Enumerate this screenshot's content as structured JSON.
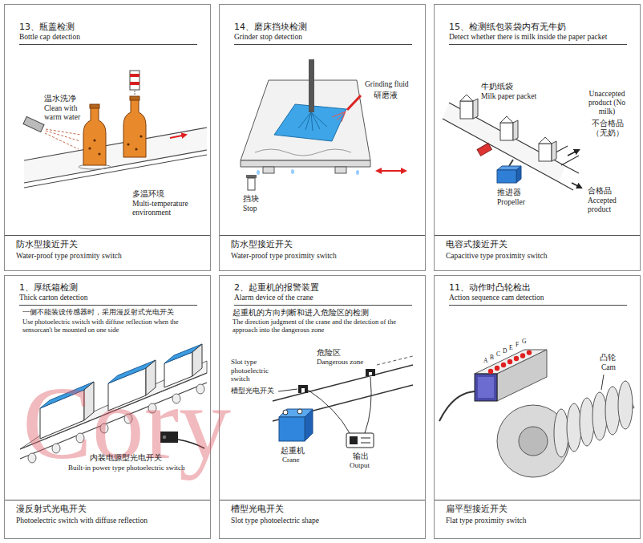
{
  "diagram": {
    "nodes": [
      {
        "text": [
          "13、瓶盖检测",
          "Bottle cap detection",
          "防水型接近开关",
          "Water-proof type proximity switch"
        ]
      },
      {
        "text": [
          "14、磨床挡块检测",
          "Grinder stop detection",
          "防水型接近开关",
          "Water-proof type proximity switch"
        ]
      },
      {
        "text": [
          "15、检测纸包装袋内有无牛奶",
          "Detect whether there is milk inside the paper packet",
          "电容式接近开关",
          "Capacitive type proximity switch"
        ]
      },
      {
        "text": [
          "1、厚纸箱检测",
          "Thick carton detection",
          "漫反射式光电开关",
          "Photoelectric switch with diffuse reflection"
        ]
      },
      {
        "text": [
          "2、起重机的报警装置",
          "Alarm device of the crane",
          "槽型光电开关",
          "Slot type photoelectric shape"
        ]
      },
      {
        "text": [
          "11、动作时凸轮检出",
          "Action sequence cam detection",
          "扁平型接近开关",
          "Flat type proximity switch"
        ]
      }
    ],
    "labels": [
      "温水洗净",
      "Clean with warm water",
      "多温环境",
      "Multi-temperature environment",
      "Grinding fluid",
      "研磨液",
      "挡块",
      "Stop",
      "牛奶纸袋",
      "Milk paper packet",
      "Unaccepted product (No milk)",
      "不合格品 （无奶）",
      "推进器",
      "Propeller",
      "合格品",
      "Accepted product",
      "一侧不能装设传感器时，采用漫反射式光电开关",
      "Use photoelectric switch with diffuse reflection when the sensorcan't be mounted on one side",
      "内装电源型光电开关",
      "Built-in power type photoelectric switch",
      "起重机的方向判断和进入危险区的检测",
      "The direction judgment of the crane and the detection of the approach into the dangerous zone",
      "Slot type photoelectric switch",
      "槽型光电开关",
      "危险区",
      "Dangerous zone",
      "起重机",
      "Crane",
      "输出",
      "Output",
      "凸轮",
      "Cam",
      "A",
      "B",
      "C",
      "D",
      "E",
      "F",
      "G",
      "Cory"
    ]
  }
}
